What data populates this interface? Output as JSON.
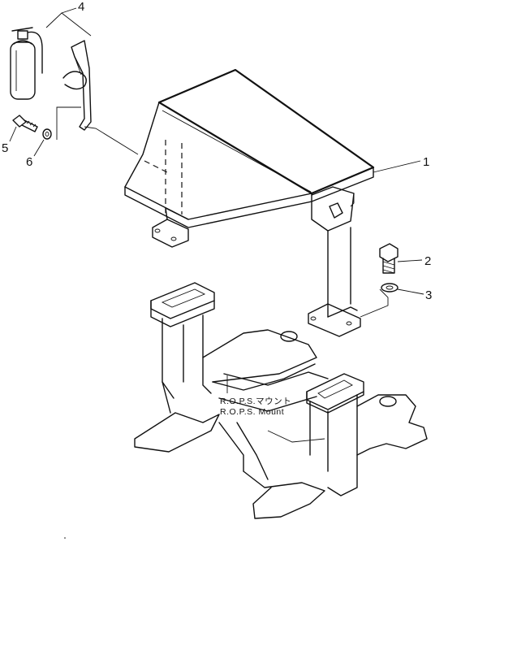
{
  "callouts": {
    "c1": "1",
    "c2": "2",
    "c3": "3",
    "c4": "4",
    "c5": "5",
    "c6": "6"
  },
  "mount_label": {
    "line1": "R.O.P.S.マウント",
    "line2": "R.O.P.S. Mount"
  }
}
